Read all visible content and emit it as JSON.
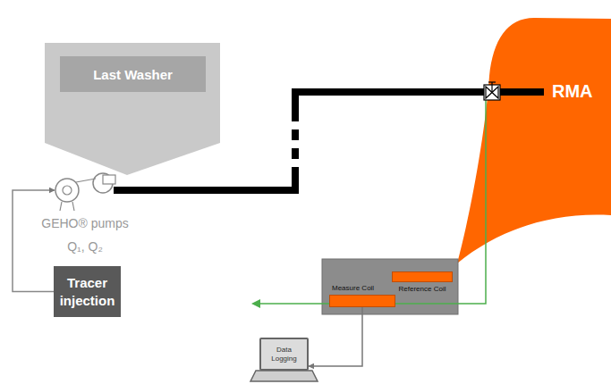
{
  "diagram": {
    "nodes": [
      {
        "text": [
          "Last Washer"
        ]
      },
      {
        "text": [
          "GEHO® pumps",
          "Q₁, Q₂"
        ]
      },
      {
        "text": [
          "Tracer injection"
        ]
      },
      {
        "text": [
          "RMA"
        ]
      },
      {
        "text": [
          "Reference Coil"
        ]
      },
      {
        "text": [
          "Measure Coil"
        ]
      },
      {
        "text": [
          "Data Logging"
        ]
      }
    ],
    "edges": [
      {
        "from": 2,
        "to": 1,
        "arrow": "to"
      },
      {
        "from": 1,
        "to": 3,
        "arrow": "none"
      },
      {
        "from": 5,
        "to": 6,
        "arrow": "to"
      }
    ]
  }
}
